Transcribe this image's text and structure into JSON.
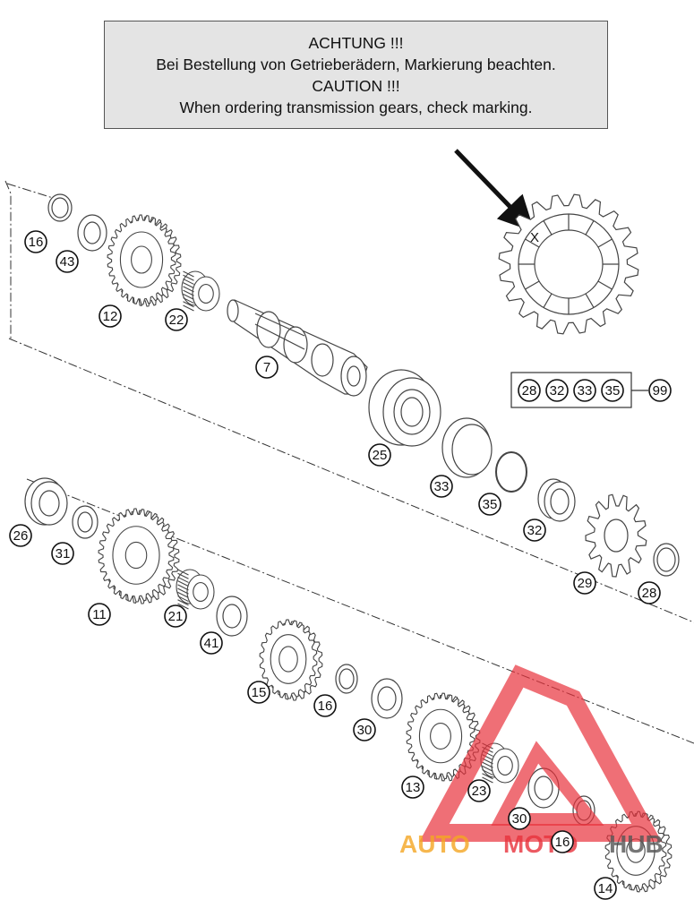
{
  "caution": {
    "line1": "ACHTUNG !!!",
    "line2": "Bei Bestellung von Getrieberädern, Markierung beachten.",
    "line3": "CAUTION !!!",
    "line4": "When ordering transmission gears, check marking."
  },
  "marking_symbol": "X",
  "parts": [
    {
      "id": "p16a",
      "label": "16"
    },
    {
      "id": "p43",
      "label": "43"
    },
    {
      "id": "p12",
      "label": "12"
    },
    {
      "id": "p22",
      "label": "22"
    },
    {
      "id": "p7",
      "label": "7"
    },
    {
      "id": "p25",
      "label": "25"
    },
    {
      "id": "p33",
      "label": "33"
    },
    {
      "id": "p35",
      "label": "35"
    },
    {
      "id": "p32",
      "label": "32"
    },
    {
      "id": "p29",
      "label": "29"
    },
    {
      "id": "p28",
      "label": "28"
    },
    {
      "id": "p26",
      "label": "26"
    },
    {
      "id": "p31",
      "label": "31"
    },
    {
      "id": "p11",
      "label": "11"
    },
    {
      "id": "p21",
      "label": "21"
    },
    {
      "id": "p41",
      "label": "41"
    },
    {
      "id": "p15",
      "label": "15"
    },
    {
      "id": "p16b",
      "label": "16"
    },
    {
      "id": "p30a",
      "label": "30"
    },
    {
      "id": "p13",
      "label": "13"
    },
    {
      "id": "p23",
      "label": "23"
    },
    {
      "id": "p30b",
      "label": "30"
    },
    {
      "id": "p16c",
      "label": "16"
    },
    {
      "id": "p14",
      "label": "14"
    }
  ],
  "kit": {
    "items": [
      "28",
      "32",
      "33",
      "35"
    ],
    "result": "99"
  },
  "watermark": {
    "part1": "AUTO",
    "part2": "MOTO",
    "part3": "HUB",
    "color_primary": "#e8323c",
    "color_secondary": "#f5a623",
    "color_dark": "#555555"
  }
}
